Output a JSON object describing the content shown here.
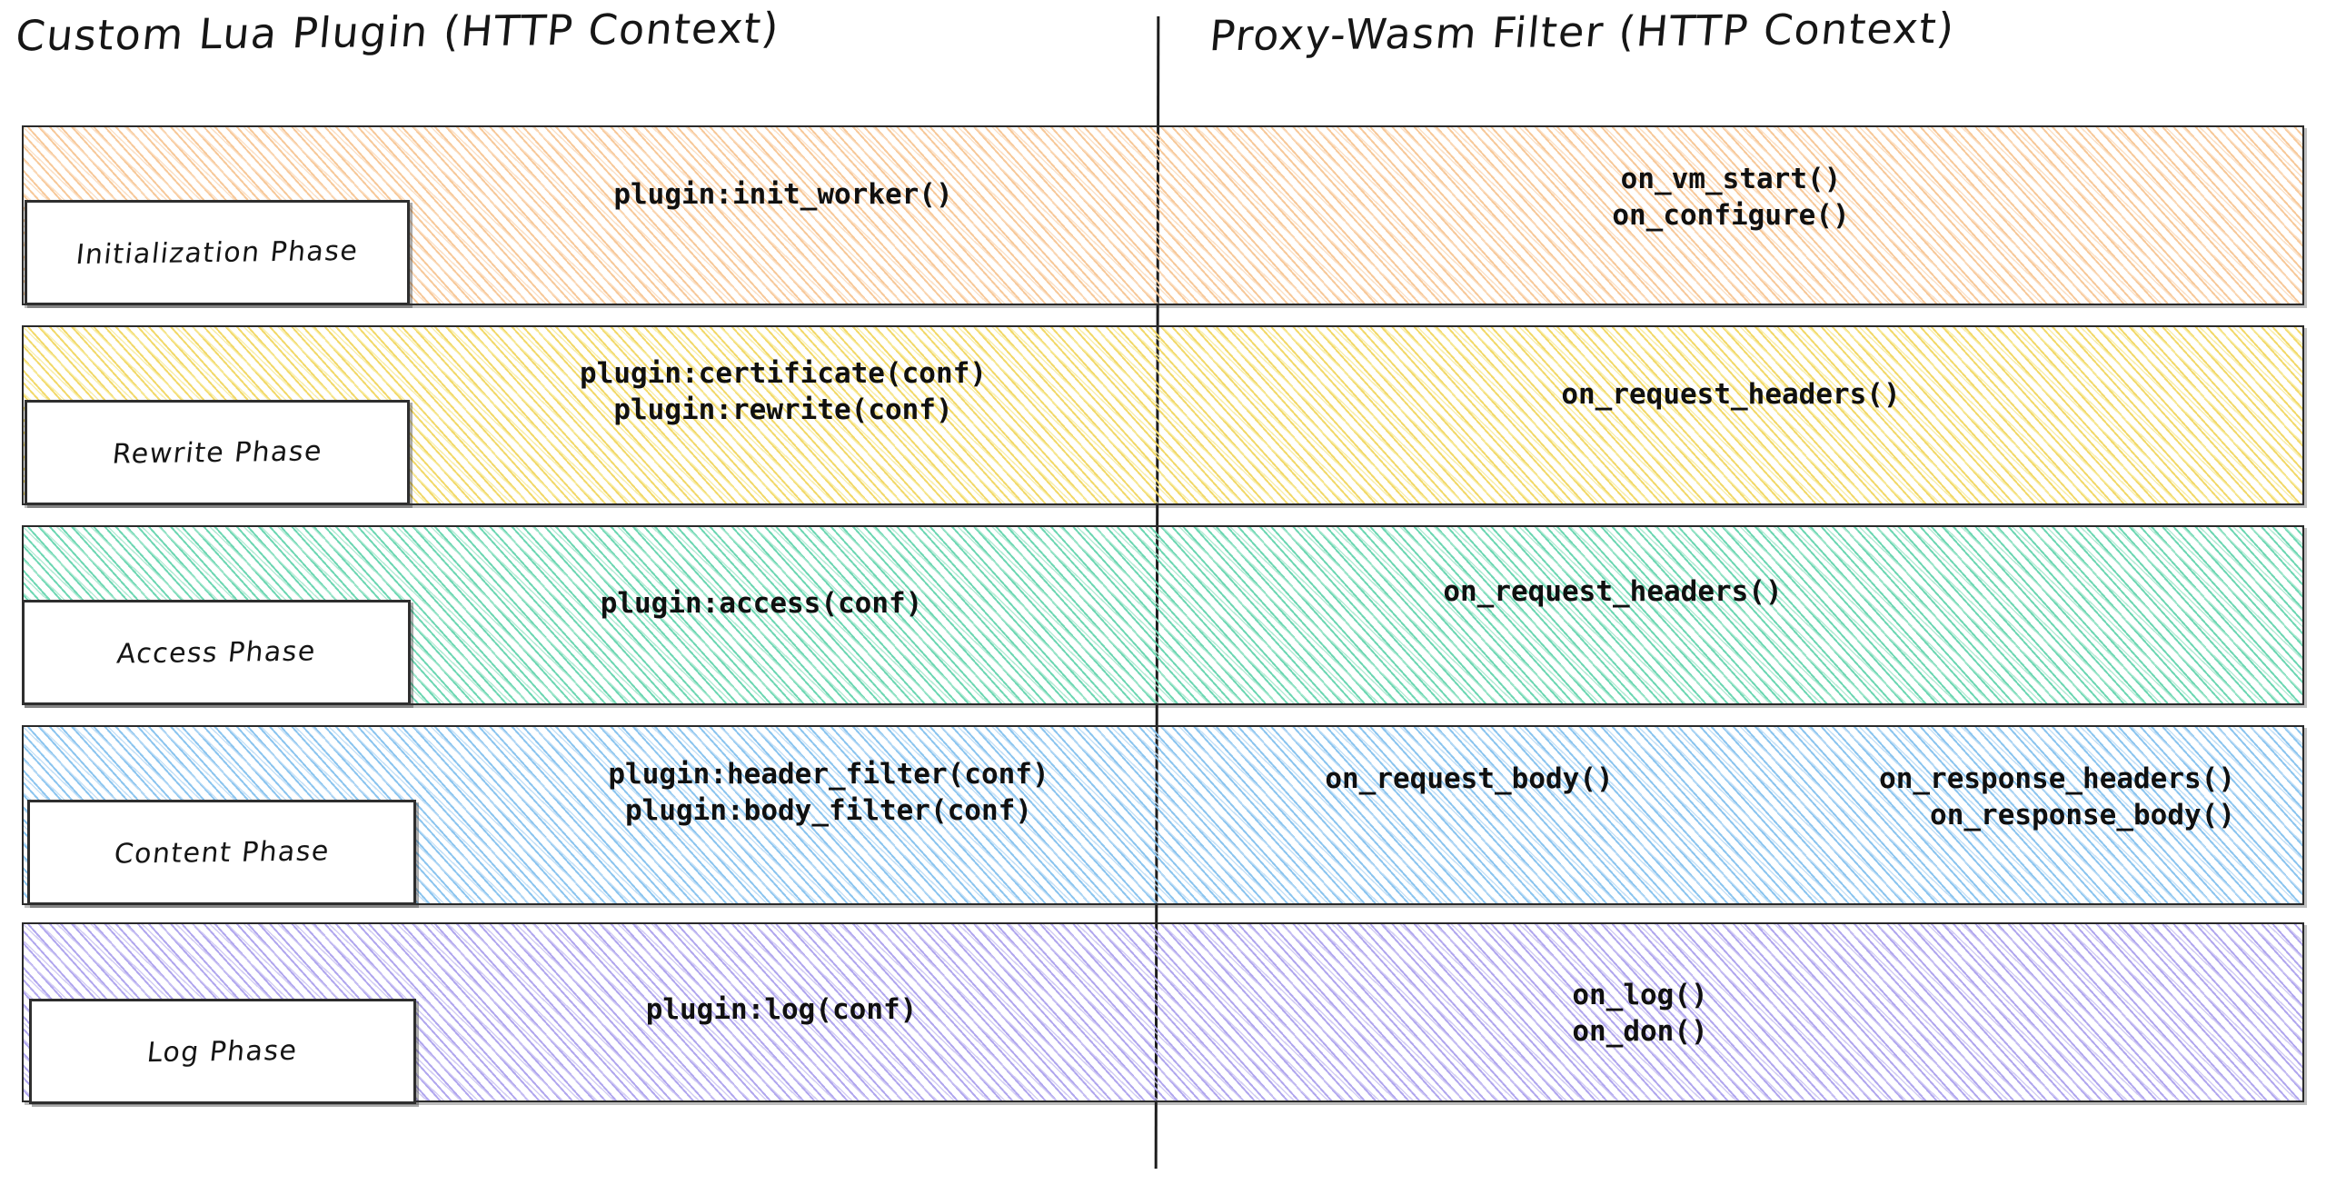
{
  "columns": {
    "left": {
      "title": "Custom Lua Plugin (HTTP Context)"
    },
    "right": {
      "title": "Proxy-Wasm Filter (HTTP Context)"
    }
  },
  "divider": {
    "name": "column-divider"
  },
  "phases": [
    {
      "id": "initialization",
      "label": "Initialization Phase",
      "color": "#f7c99a",
      "color_light": "#fbdcbd",
      "lua_hooks": "plugin:init_worker()",
      "wasm_hooks_primary": "on_vm_start()\non_configure()",
      "wasm_hooks_secondary": ""
    },
    {
      "id": "rewrite",
      "label": "Rewrite Phase",
      "color": "#f2d96a",
      "color_light": "#f8ec9f",
      "lua_hooks": "plugin:certificate(conf)\nplugin:rewrite(conf)",
      "wasm_hooks_primary": "on_request_headers()",
      "wasm_hooks_secondary": ""
    },
    {
      "id": "access",
      "label": "Access Phase",
      "color": "#6ed7b3",
      "color_light": "#a8e8cf",
      "lua_hooks": "plugin:access(conf)",
      "wasm_hooks_primary": "on_request_headers()",
      "wasm_hooks_secondary": ""
    },
    {
      "id": "content",
      "label": "Content Phase",
      "color": "#8cc5ef",
      "color_light": "#bcdcf6",
      "lua_hooks": "plugin:header_filter(conf)\nplugin:body_filter(conf)",
      "wasm_hooks_primary": "on_request_body()",
      "wasm_hooks_secondary": "on_response_headers()\non_response_body()"
    },
    {
      "id": "log",
      "label": "Log Phase",
      "color": "#b1a7ee",
      "color_light": "#cbc4f3",
      "lua_hooks": "plugin:log(conf)",
      "wasm_hooks_primary": "on_log()\non_don()",
      "wasm_hooks_secondary": ""
    }
  ]
}
